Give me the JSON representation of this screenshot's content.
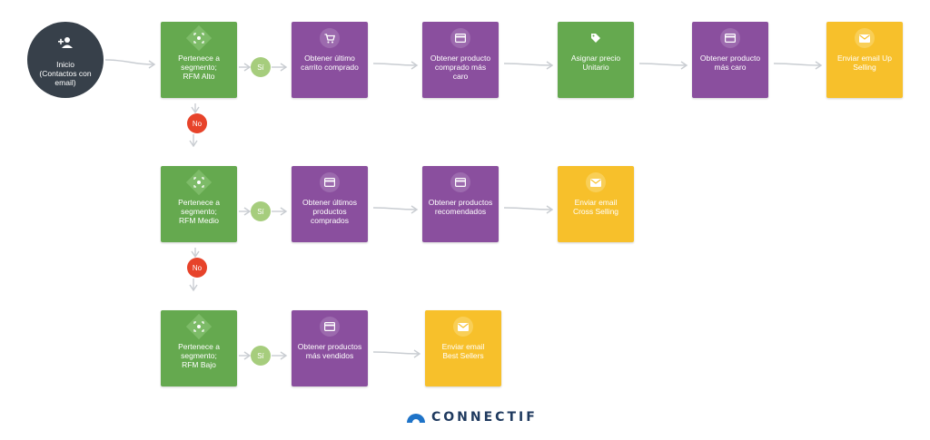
{
  "start": {
    "label": "Inicio\n(Contactos con\nemail)",
    "icon": "add-contacts-icon"
  },
  "rows": [
    {
      "segment": {
        "label": "Pertenece a\nsegmento;\nRFM Alto",
        "icon": "segment-icon"
      },
      "yes": "Sí",
      "no": "No",
      "steps": [
        {
          "label": "Obtener último\ncarrito comprado",
          "color": "purple",
          "icon": "cart-icon"
        },
        {
          "label": "Obtener producto\ncomprado más\ncaro",
          "color": "purple",
          "icon": "card-icon"
        },
        {
          "label": "Asignar precio\nUnitario",
          "color": "green",
          "icon": "tag-icon"
        },
        {
          "label": "Obtener producto\nmás caro",
          "color": "purple",
          "icon": "card-icon"
        },
        {
          "label": "Enviar email Up\nSelling",
          "color": "yellow",
          "icon": "mail-icon"
        }
      ]
    },
    {
      "segment": {
        "label": "Pertenece a\nsegmento;\nRFM Medio",
        "icon": "segment-icon"
      },
      "yes": "Sí",
      "no": "No",
      "steps": [
        {
          "label": "Obtener últimos\nproductos\ncomprados",
          "color": "purple",
          "icon": "card-icon"
        },
        {
          "label": "Obtener productos\nrecomendados",
          "color": "purple",
          "icon": "card-icon"
        },
        {
          "label": "Enviar email\nCross Selling",
          "color": "yellow",
          "icon": "mail-icon"
        }
      ]
    },
    {
      "segment": {
        "label": "Pertenece a\nsegmento;\nRFM Bajo",
        "icon": "segment-icon"
      },
      "yes": "Sí",
      "steps": [
        {
          "label": "Obtener productos\nmás vendidos",
          "color": "purple",
          "icon": "card-icon"
        },
        {
          "label": "Enviar email\nBest Sellers",
          "color": "yellow",
          "icon": "mail-icon"
        }
      ]
    }
  ],
  "brand": {
    "name": "CONNECTIF",
    "icon": "connectif-logo-icon"
  },
  "colors": {
    "green": "#65a94f",
    "purple": "#8a4f9e",
    "yellow": "#f7c02b",
    "start": "#37404a",
    "yes": "#a6cd7d",
    "no": "#e7432a",
    "arrow": "#c9cdd2"
  }
}
